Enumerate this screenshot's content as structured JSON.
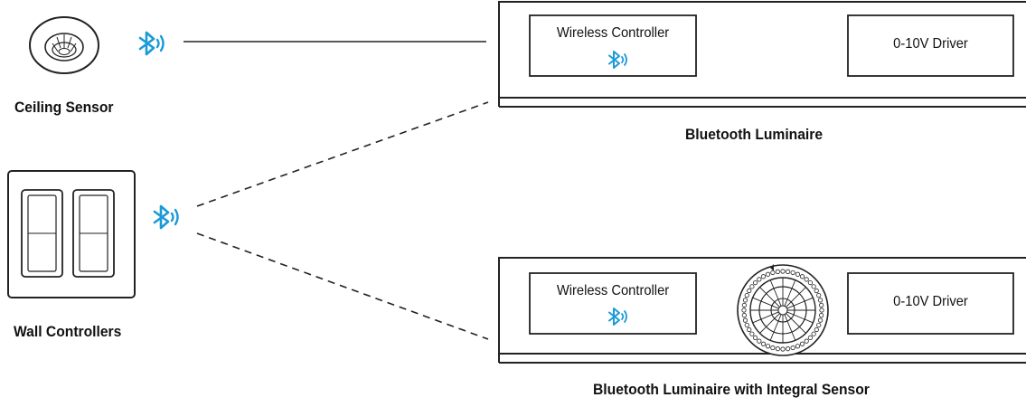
{
  "labels": {
    "ceiling_sensor": "Ceiling Sensor",
    "wall_controllers": "Wall Controllers",
    "bluetooth_luminaire": "Bluetooth Luminaire",
    "bluetooth_luminaire_integral": "Bluetooth Luminaire with Integral Sensor"
  },
  "luminaire_top": {
    "controller_label": "Wireless Controller",
    "driver_label": "0-10V Driver"
  },
  "luminaire_bottom": {
    "controller_label": "Wireless Controller",
    "driver_label": "0-10V Driver"
  },
  "icons": {
    "bluetooth": "bluetooth-icon",
    "accent_color": "#1a9ad6"
  }
}
